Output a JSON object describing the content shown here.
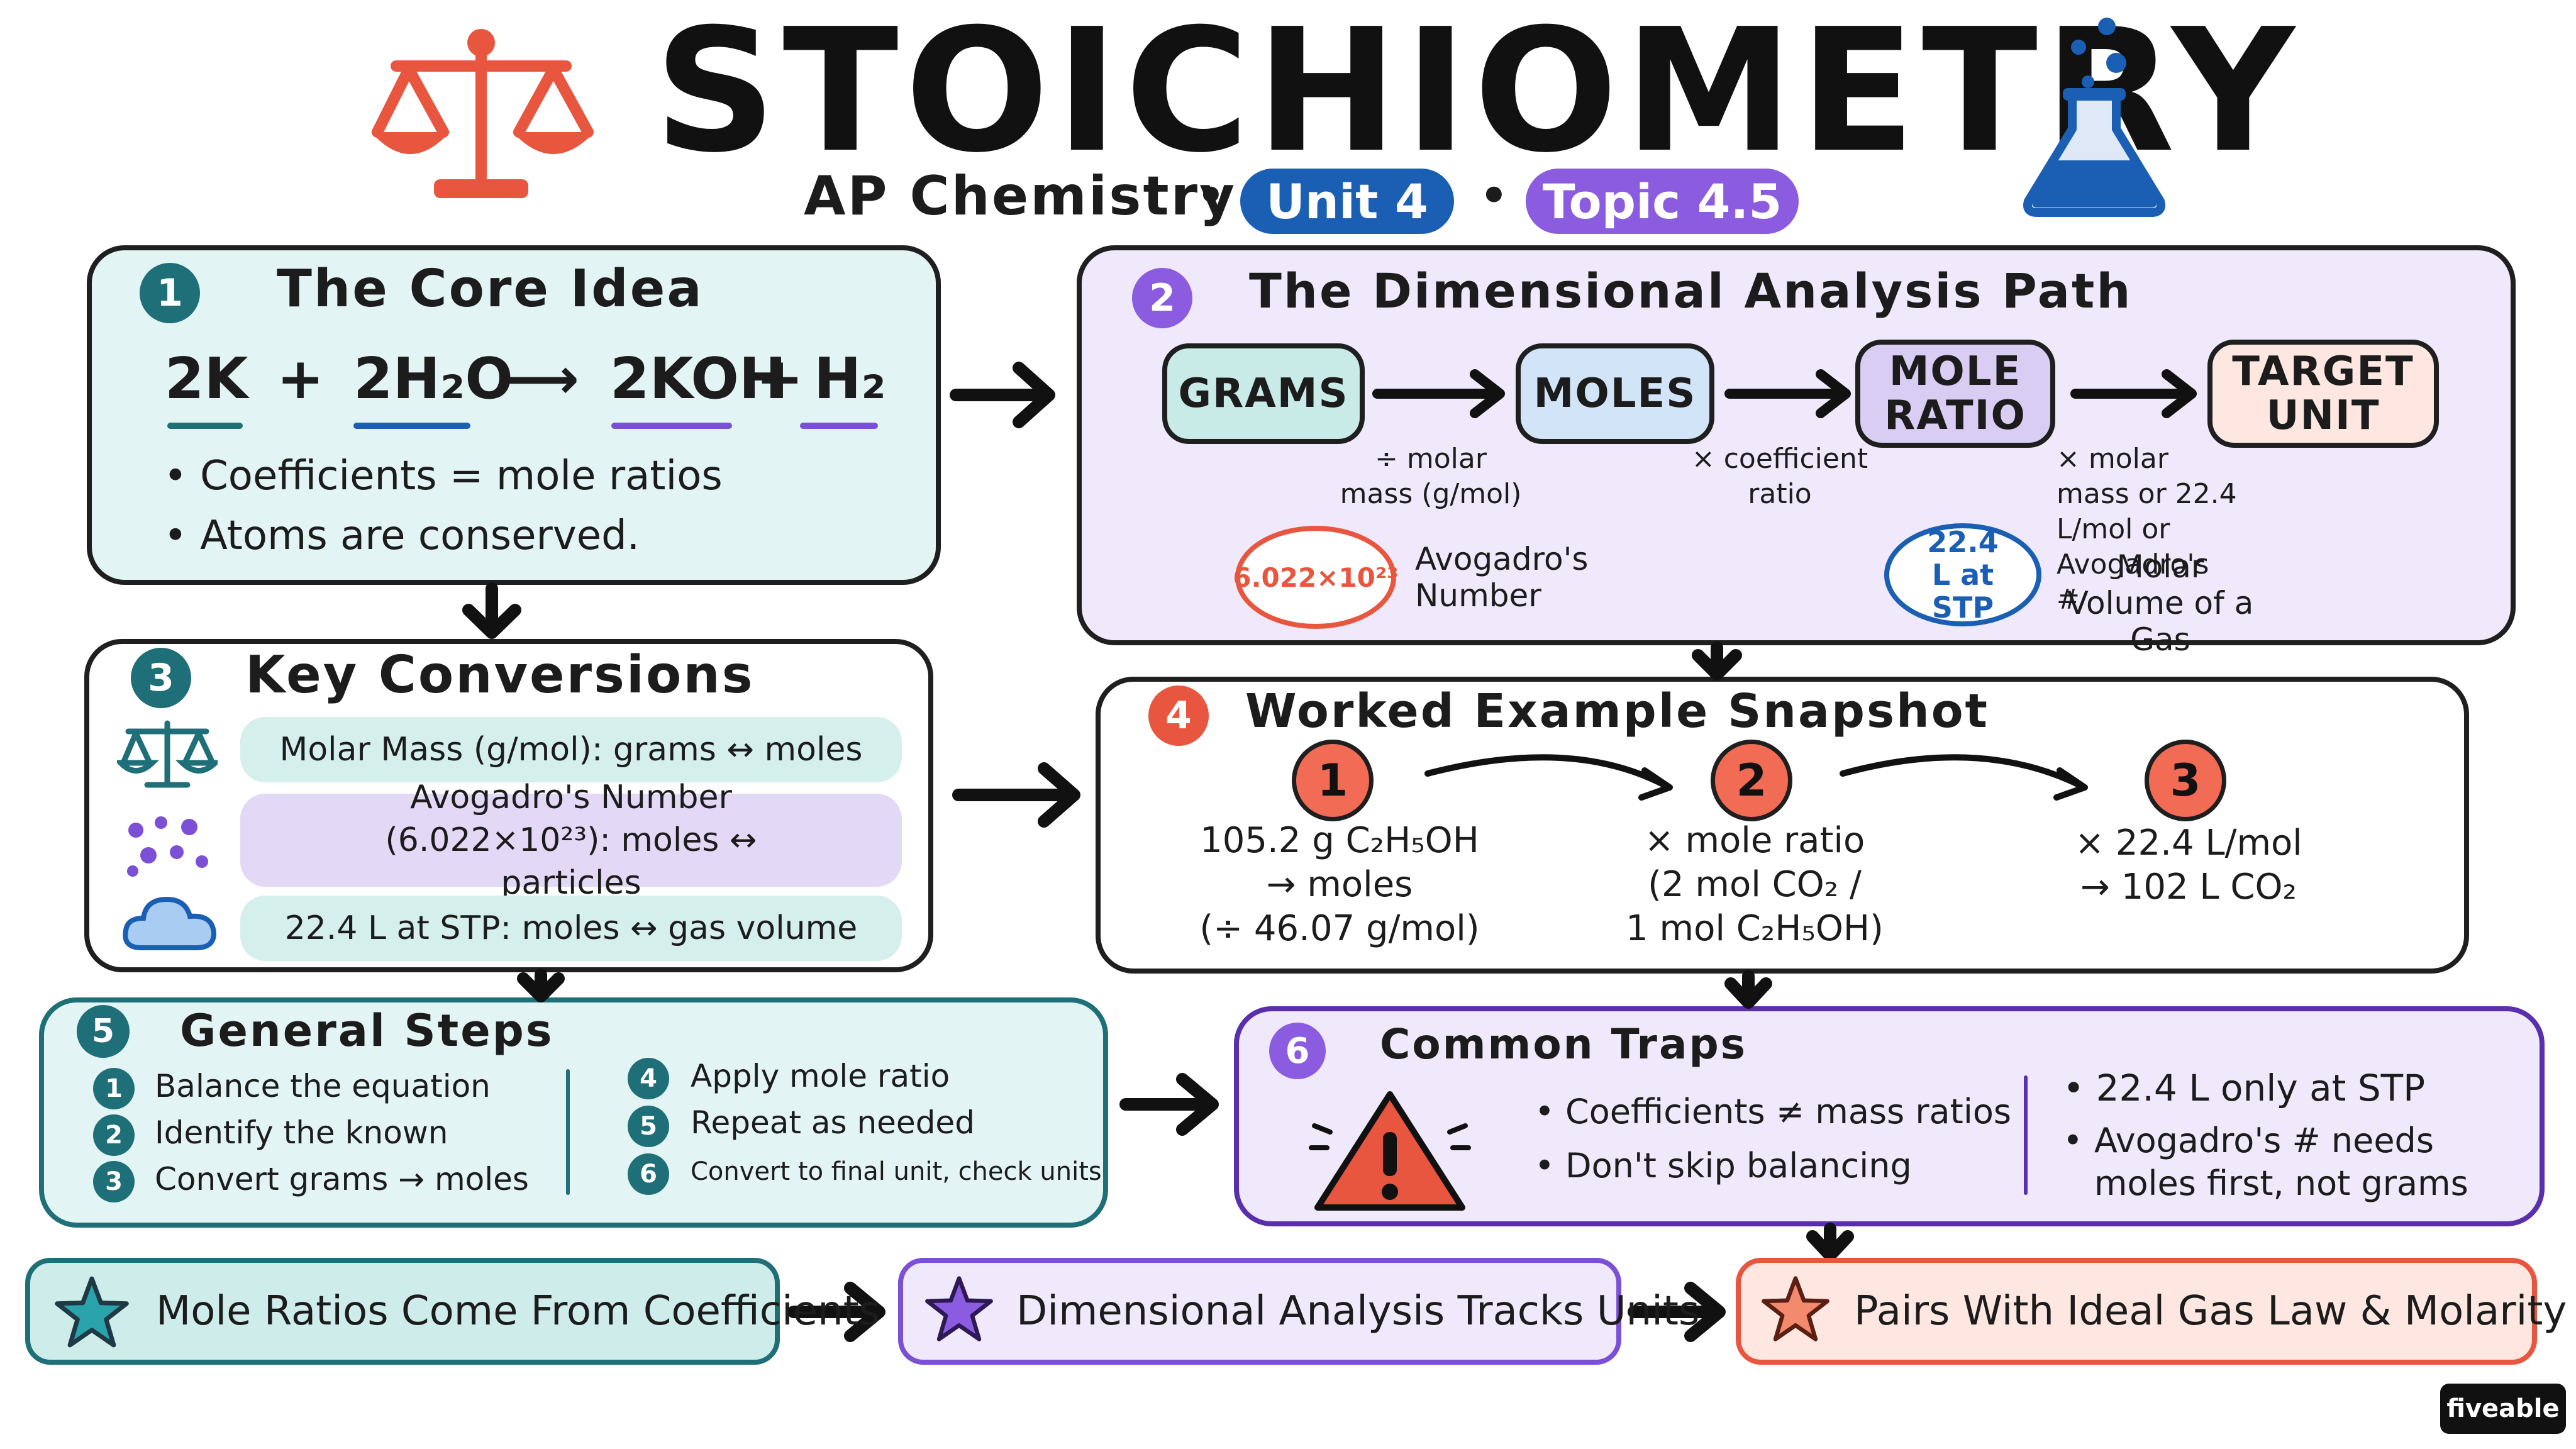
{
  "header": {
    "title": "STOICHIOMETRY",
    "subtitle_course": "AP Chemistry",
    "unit_pill": "Unit 4",
    "topic_pill": "Topic 4.5",
    "sep": "•"
  },
  "core": {
    "num": "1",
    "title": "The Core Idea",
    "eq": {
      "t1": "2K",
      "plus1": "+",
      "t2": "2H₂O",
      "arrow": "⟶",
      "t3": "2KOH",
      "plus2": "+",
      "t4": "H₂"
    },
    "bullets": [
      "Coefficients = mole ratios",
      "Atoms are conserved."
    ]
  },
  "path": {
    "num": "2",
    "title": "The Dimensional Analysis Path",
    "steps": [
      "GRAMS",
      "MOLES",
      "MOLE RATIO",
      "TARGET UNIT"
    ],
    "notes": [
      "÷ molar mass (g/mol)",
      "× coefficient ratio",
      "× molar mass or 22.4 L/mol or Avogadro's #"
    ],
    "avogadro_value": "6.022×10²³",
    "avogadro_label": "Avogadro's Number",
    "stp_value": "22.4 L at STP",
    "stp_label": "Molar Volume of a Gas"
  },
  "conversions": {
    "num": "3",
    "title": "Key Conversions",
    "items": [
      "Molar Mass (g/mol): grams ↔ moles",
      "Avogadro's Number (6.022×10²³): moles ↔ particles",
      "22.4 L at STP: moles ↔ gas volume"
    ],
    "icons": [
      "scale-icon",
      "particles-icon",
      "cloud-icon"
    ]
  },
  "worked": {
    "num": "4",
    "title": "Worked Example Snapshot",
    "steps": [
      {
        "num": "1",
        "lines": [
          "105.2 g C₂H₅OH",
          "→ moles",
          "(÷ 46.07 g/mol)"
        ]
      },
      {
        "num": "2",
        "lines": [
          "× mole ratio",
          "(2 mol CO₂ /",
          "1 mol C₂H₅OH)"
        ]
      },
      {
        "num": "3",
        "lines": [
          "× 22.4 L/mol",
          "→ 102 L CO₂"
        ]
      }
    ]
  },
  "general": {
    "num": "5",
    "title": "General Steps",
    "steps": [
      {
        "num": "1",
        "text": "Balance the equation"
      },
      {
        "num": "2",
        "text": "Identify the known"
      },
      {
        "num": "3",
        "text": "Convert grams → moles"
      },
      {
        "num": "4",
        "text": "Apply mole ratio"
      },
      {
        "num": "5",
        "text": "Repeat as needed"
      },
      {
        "num": "6",
        "text": "Convert to final unit, check units"
      }
    ]
  },
  "traps": {
    "num": "6",
    "title": "Common Traps",
    "left": [
      "Coefficients ≠ mass ratios",
      "Don't skip balancing"
    ],
    "right": [
      "22.4 L only at STP",
      "Avogadro's # needs moles first, not grams"
    ]
  },
  "banners": [
    "Mole Ratios Come From Coefficients",
    "Dimensional Analysis Tracks Units",
    "Pairs With Ideal Gas Law & Molarity"
  ],
  "brand": "fiveable",
  "colors": {
    "teal": "#1f6f78",
    "purple": "#7b4fd6",
    "blue": "#1a5fb4",
    "red": "#e9563f",
    "teal_fill": "#e2f4f3",
    "purple_fill": "#efe9fb",
    "red_fill": "#fde7e0"
  }
}
